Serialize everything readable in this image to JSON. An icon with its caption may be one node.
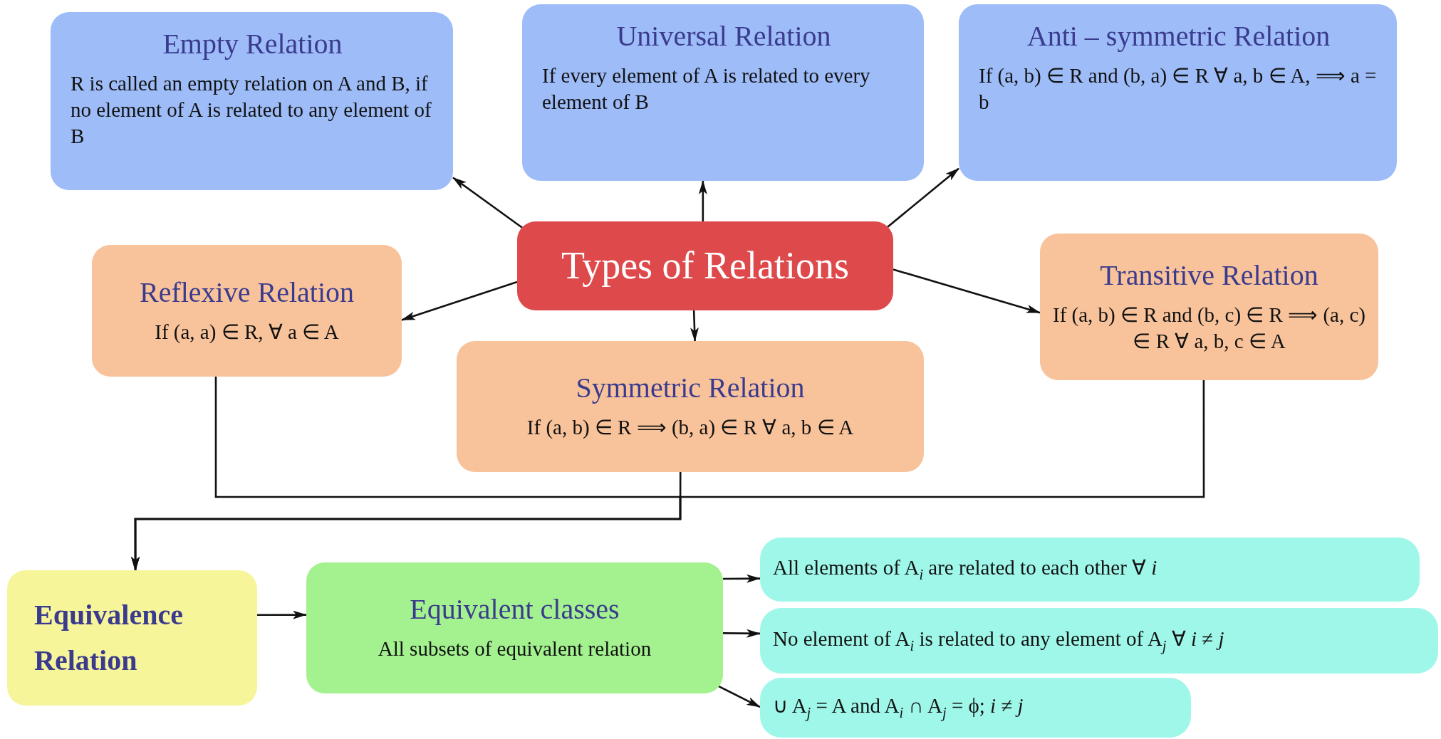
{
  "diagram": {
    "nodes": [
      {
        "text": [
          "Empty Relation",
          "R is called an empty relation on A and B, if no element of A is related to any element of B"
        ]
      },
      {
        "text": [
          "Universal Relation",
          "If every element of A is related to every element of B"
        ]
      },
      {
        "text": [
          "Anti – symmetric Relation",
          "If (a, b) ∈ R and (b, a) ∈ R ∀ a, b ∈ A, ⟹ a = b"
        ]
      },
      {
        "text": [
          "Types of Relations"
        ]
      },
      {
        "text": [
          "Reflexive Relation",
          "If (a, a) ∈ R, ∀ a ∈ A"
        ]
      },
      {
        "text": [
          "Symmetric Relation",
          "If (a, b) ∈ R ⟹ (b, a) ∈ R ∀ a, b ∈ A"
        ]
      },
      {
        "text": [
          "Transitive Relation",
          "If (a, b) ∈ R and (b, c) ∈ R ⟹ (a, c) ∈ R ∀ a, b, c ∈ A"
        ]
      },
      {
        "text": [
          "Equivalence Relation"
        ]
      },
      {
        "text": [
          "Equivalent classes",
          "All subsets of equivalent relation"
        ]
      },
      {
        "text": [
          "All elements of A$_{i}$ are related to each other ∀ *i*"
        ]
      },
      {
        "text": [
          "No element of A$_{i}$ is related to any element of A$_{j}$ ∀ *i* ≠ *j*"
        ]
      },
      {
        "text": [
          "∪ A$_{j}$ = A and A$_{i}$ ∩ A$_{j}$ = ϕ; *i* ≠ *j*"
        ]
      }
    ],
    "edges": [
      {
        "from": 3,
        "to": 0,
        "arrow": "to"
      },
      {
        "from": 3,
        "to": 1,
        "arrow": "to"
      },
      {
        "from": 3,
        "to": 2,
        "arrow": "to"
      },
      {
        "from": 3,
        "to": 4,
        "arrow": "to"
      },
      {
        "from": 3,
        "to": 5,
        "arrow": "to"
      },
      {
        "from": 3,
        "to": 6,
        "arrow": "to"
      },
      {
        "from": 4,
        "to": 7,
        "arrow": "to"
      },
      {
        "from": 5,
        "to": 7,
        "arrow": "to"
      },
      {
        "from": 6,
        "to": 7,
        "arrow": "to"
      },
      {
        "from": 7,
        "to": 8,
        "arrow": "to"
      },
      {
        "from": 8,
        "to": 9,
        "arrow": "to"
      },
      {
        "from": 8,
        "to": 10,
        "arrow": "to"
      },
      {
        "from": 8,
        "to": 11,
        "arrow": "to"
      }
    ]
  }
}
